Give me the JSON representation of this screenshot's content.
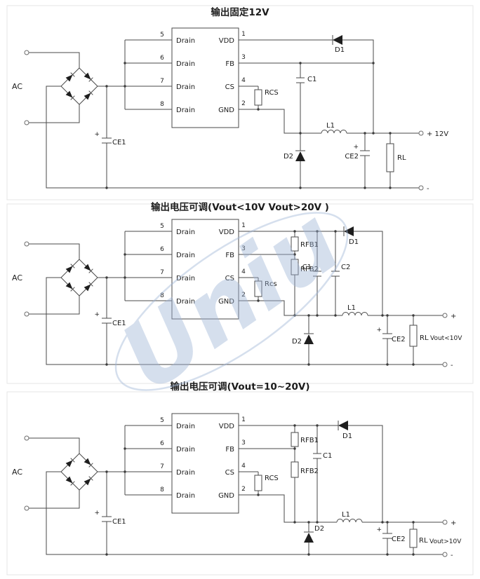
{
  "watermark": "Uniu",
  "circuit1": {
    "title": "输出固定12V",
    "ac": "AC",
    "pins_left": [
      {
        "num": "5",
        "label": "Drain"
      },
      {
        "num": "6",
        "label": "Drain"
      },
      {
        "num": "7",
        "label": "Drain"
      },
      {
        "num": "8",
        "label": "Drain"
      }
    ],
    "pins_right": [
      {
        "num": "1",
        "label": "VDD"
      },
      {
        "num": "3",
        "label": "FB"
      },
      {
        "num": "4",
        "label": "CS"
      },
      {
        "num": "2",
        "label": "GND"
      }
    ],
    "components": {
      "ce1": "CE1",
      "rcs": "RCS",
      "c1": "C1",
      "d1": "D1",
      "d2": "D2",
      "l1": "L1",
      "ce2": "CE2",
      "rl": "RL"
    },
    "polarity": "+",
    "output": {
      "pos": "+ 12V",
      "neg": "-"
    }
  },
  "circuit2": {
    "title": "输出电压可调(Vout<10V Vout>20V )",
    "ac": "AC",
    "pins_left": [
      {
        "num": "5",
        "label": "Drain"
      },
      {
        "num": "6",
        "label": "Drain"
      },
      {
        "num": "7",
        "label": "Drain"
      },
      {
        "num": "8",
        "label": "Drain"
      }
    ],
    "pins_right": [
      {
        "num": "1",
        "label": "VDD"
      },
      {
        "num": "3",
        "label": "FB"
      },
      {
        "num": "4",
        "label": "CS"
      },
      {
        "num": "2",
        "label": "GND"
      }
    ],
    "components": {
      "ce1": "CE1",
      "rcs": "Rcs",
      "rfb1": "RFB1",
      "rfb2": "RFB2",
      "c1": "C1",
      "c2": "C2",
      "d1": "D1",
      "d2": "D2",
      "l1": "L1",
      "ce2": "CE2",
      "rl": "RL"
    },
    "polarity": "+",
    "output": {
      "pos": "+",
      "neg": "-",
      "vout": "Vout<10V"
    }
  },
  "circuit3": {
    "title": "输出电压可调(Vout=10~20V)",
    "ac": "AC",
    "pins_left": [
      {
        "num": "5",
        "label": "Drain"
      },
      {
        "num": "6",
        "label": "Drain"
      },
      {
        "num": "7",
        "label": "Drain"
      },
      {
        "num": "8",
        "label": "Drain"
      }
    ],
    "pins_right": [
      {
        "num": "1",
        "label": "VDD"
      },
      {
        "num": "3",
        "label": "FB"
      },
      {
        "num": "4",
        "label": "CS"
      },
      {
        "num": "2",
        "label": "GND"
      }
    ],
    "components": {
      "ce1": "CE1",
      "rcs": "RCS",
      "rfb1": "RFB1",
      "rfb2": "RFB2",
      "c1": "C1",
      "d1": "D1",
      "d2": "D2",
      "l1": "L1",
      "ce2": "CE2",
      "rl": "RL"
    },
    "polarity": "+",
    "output": {
      "pos": "+",
      "neg": "-",
      "vout": "Vout>10V"
    }
  }
}
